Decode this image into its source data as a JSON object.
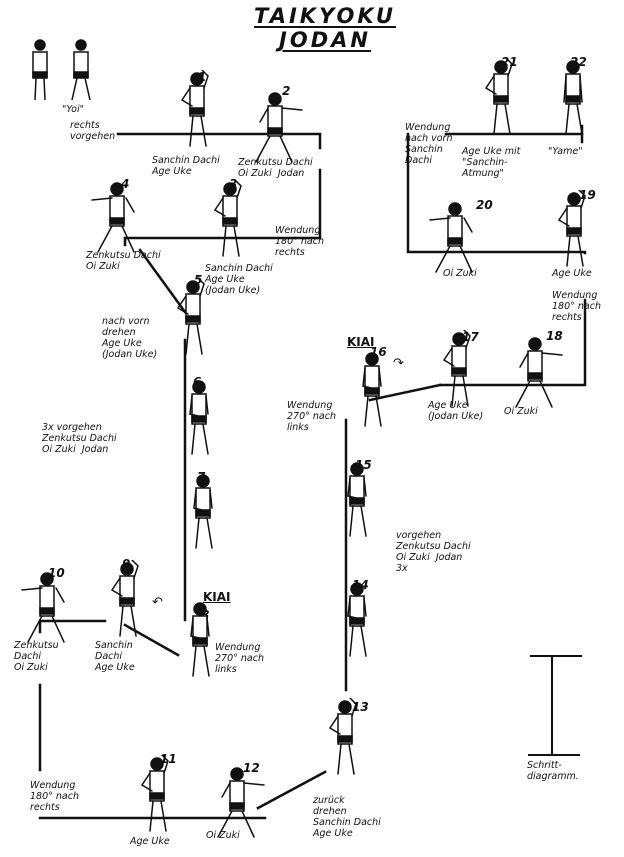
{
  "title": "TAIKYOKU JODAN",
  "start": {
    "yoi": "\"Yoi\"",
    "step": "rechts\nvorgehen"
  },
  "moves": [
    {
      "num": "1",
      "label": "Sanchin Dachi\nAge Uke"
    },
    {
      "num": "2",
      "label": "Zenkutsu Dachi\nOi Zuki  Jodan"
    },
    {
      "num": "3",
      "label": "Sanchin Dachi\nAge Uke\n(Jodan Uke)"
    },
    {
      "num": "4",
      "label": "Zenkutsu Dachi\nOi Zuki"
    },
    {
      "num": "5",
      "label": "nach vorn\ndrehen\nAge Uke\n(Jodan Uke)"
    },
    {
      "num": "6",
      "label": ""
    },
    {
      "num": "7",
      "label": ""
    },
    {
      "num": "8",
      "label": "Wendung\n270° nach\nlinks"
    },
    {
      "num": "9",
      "label": "Sanchin\nDachi\nAge Uke"
    },
    {
      "num": "10",
      "label": "Zenkutsu\nDachi\nOi Zuki"
    },
    {
      "num": "11",
      "label": "Age Uke"
    },
    {
      "num": "12",
      "label": "Oi Zuki"
    },
    {
      "num": "13",
      "label": "zurück\ndrehen\nSanchin Dachi\nAge Uke"
    },
    {
      "num": "14",
      "label": ""
    },
    {
      "num": "15",
      "label": ""
    },
    {
      "num": "16",
      "label": "Wendung\n270° nach\nlinks"
    },
    {
      "num": "17",
      "label": "Age Uke\n(Jodan Uke)"
    },
    {
      "num": "18",
      "label": "Oi Zuki"
    },
    {
      "num": "19",
      "label": "Age Uke"
    },
    {
      "num": "20",
      "label": "Oi Zuki"
    },
    {
      "num": "21",
      "label": "Age Uke mit\n\"Sanchin-\nAtmung\""
    },
    {
      "num": "22",
      "label": "\"Yame\""
    }
  ],
  "notes": {
    "turn_180_right_top": "Wendung\n180° nach\nrechts",
    "advance_left": "3x vorgehen\nZenkutsu Dachi\nOi Zuki  Jodan",
    "advance_right": "vorgehen\nZenkutsu Dachi\nOi Zuki  Jodan\n3x",
    "turn_180_right_bottom": "Wendung\n180° nach\nrechts",
    "turn_180_right_19": "Wendung\n180° nach\nrechts",
    "turn_front_sanchin": "Wendung\nnach vorn\nSanchin\nDachi",
    "kiai_8": "KIAI",
    "kiai_16": "KIAI"
  },
  "legend": {
    "label": "Schritt-\ndiagramm."
  }
}
